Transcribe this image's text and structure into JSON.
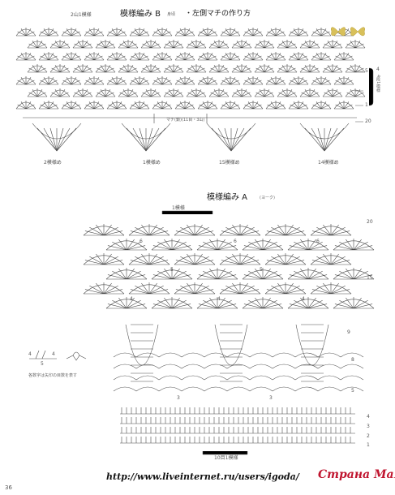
{
  "diagram_b": {
    "title": "模様編み B",
    "title_suffix": "身頃",
    "subtitle": "・左側マチの作り方",
    "top_label": "2山1模様",
    "gusset_label": "マチ(鎖)(11目・3山)",
    "row_4": "4",
    "row_repeat_label": "4段1模様",
    "row_5": "5",
    "row_1": "1",
    "row_20": "20",
    "motif_labels": [
      "2模様め",
      "1模様め",
      "15模様め",
      "14模様め"
    ]
  },
  "diagram_a": {
    "title": "模様編み A",
    "title_suffix": "(ヨーク)",
    "top_label": "1模様",
    "row_20": "20",
    "row_15": "15",
    "row_9": "9",
    "row_8": "8",
    "row_5": "5",
    "bottom_rows": [
      "4",
      "3",
      "2",
      "1"
    ],
    "bottom_label": "10目1模様",
    "inner_numbers": [
      "6",
      "6",
      "6",
      "5",
      "5",
      "4",
      "4",
      "4",
      "3",
      "3"
    ]
  },
  "legend": {
    "note": "各数字は矢印の目数を表す",
    "num_top_left": "4",
    "num_top_right": "4",
    "num_bottom": "5"
  },
  "footer": {
    "url": "http://www.liveinternet.ru/users/igoda/",
    "page_number": "36",
    "watermark": "Страна Мам"
  },
  "colors": {
    "line": "#4a4a4a",
    "watermark": "#c0152f",
    "butterfly": "#d8c05a"
  }
}
